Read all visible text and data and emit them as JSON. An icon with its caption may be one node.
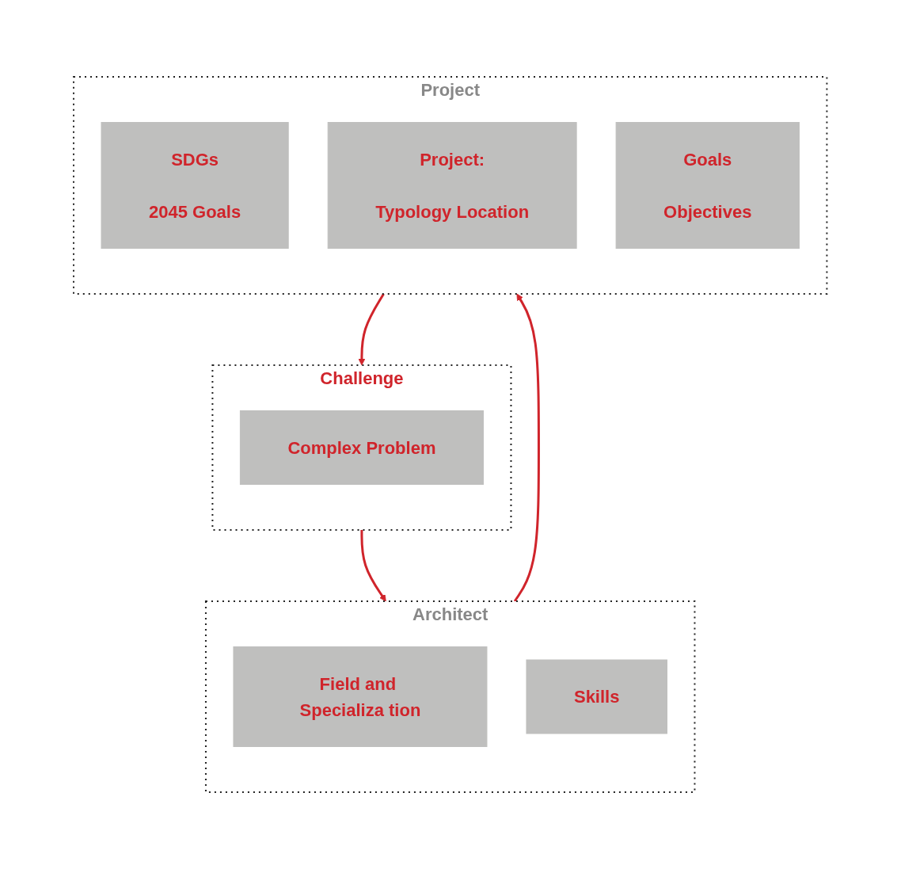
{
  "diagram": {
    "nodes": [
      {
        "text": [
          "Challenge"
        ]
      },
      {
        "text": [
          "Complex Problem"
        ],
        "in": 0
      },
      {
        "text": [
          "Architect"
        ]
      },
      {
        "text": [
          "Field and Specializa tion"
        ],
        "in": 2
      },
      {
        "text": [
          "Skills"
        ],
        "in": 2
      },
      {
        "text": [
          "Project"
        ]
      },
      {
        "text": [
          "SDGs",
          "2045 Goals"
        ],
        "in": 5
      },
      {
        "text": [
          "Project:",
          "Typology Location"
        ],
        "in": 5
      },
      {
        "text": [
          "Goals",
          "Objectives"
        ],
        "in": 5
      }
    ],
    "edges": [
      {
        "from": 0,
        "to": 2,
        "arrow": "to"
      },
      {
        "from": 2,
        "to": 5,
        "arrow": "to"
      },
      {
        "from": 5,
        "to": 0,
        "arrow": "to"
      }
    ]
  }
}
